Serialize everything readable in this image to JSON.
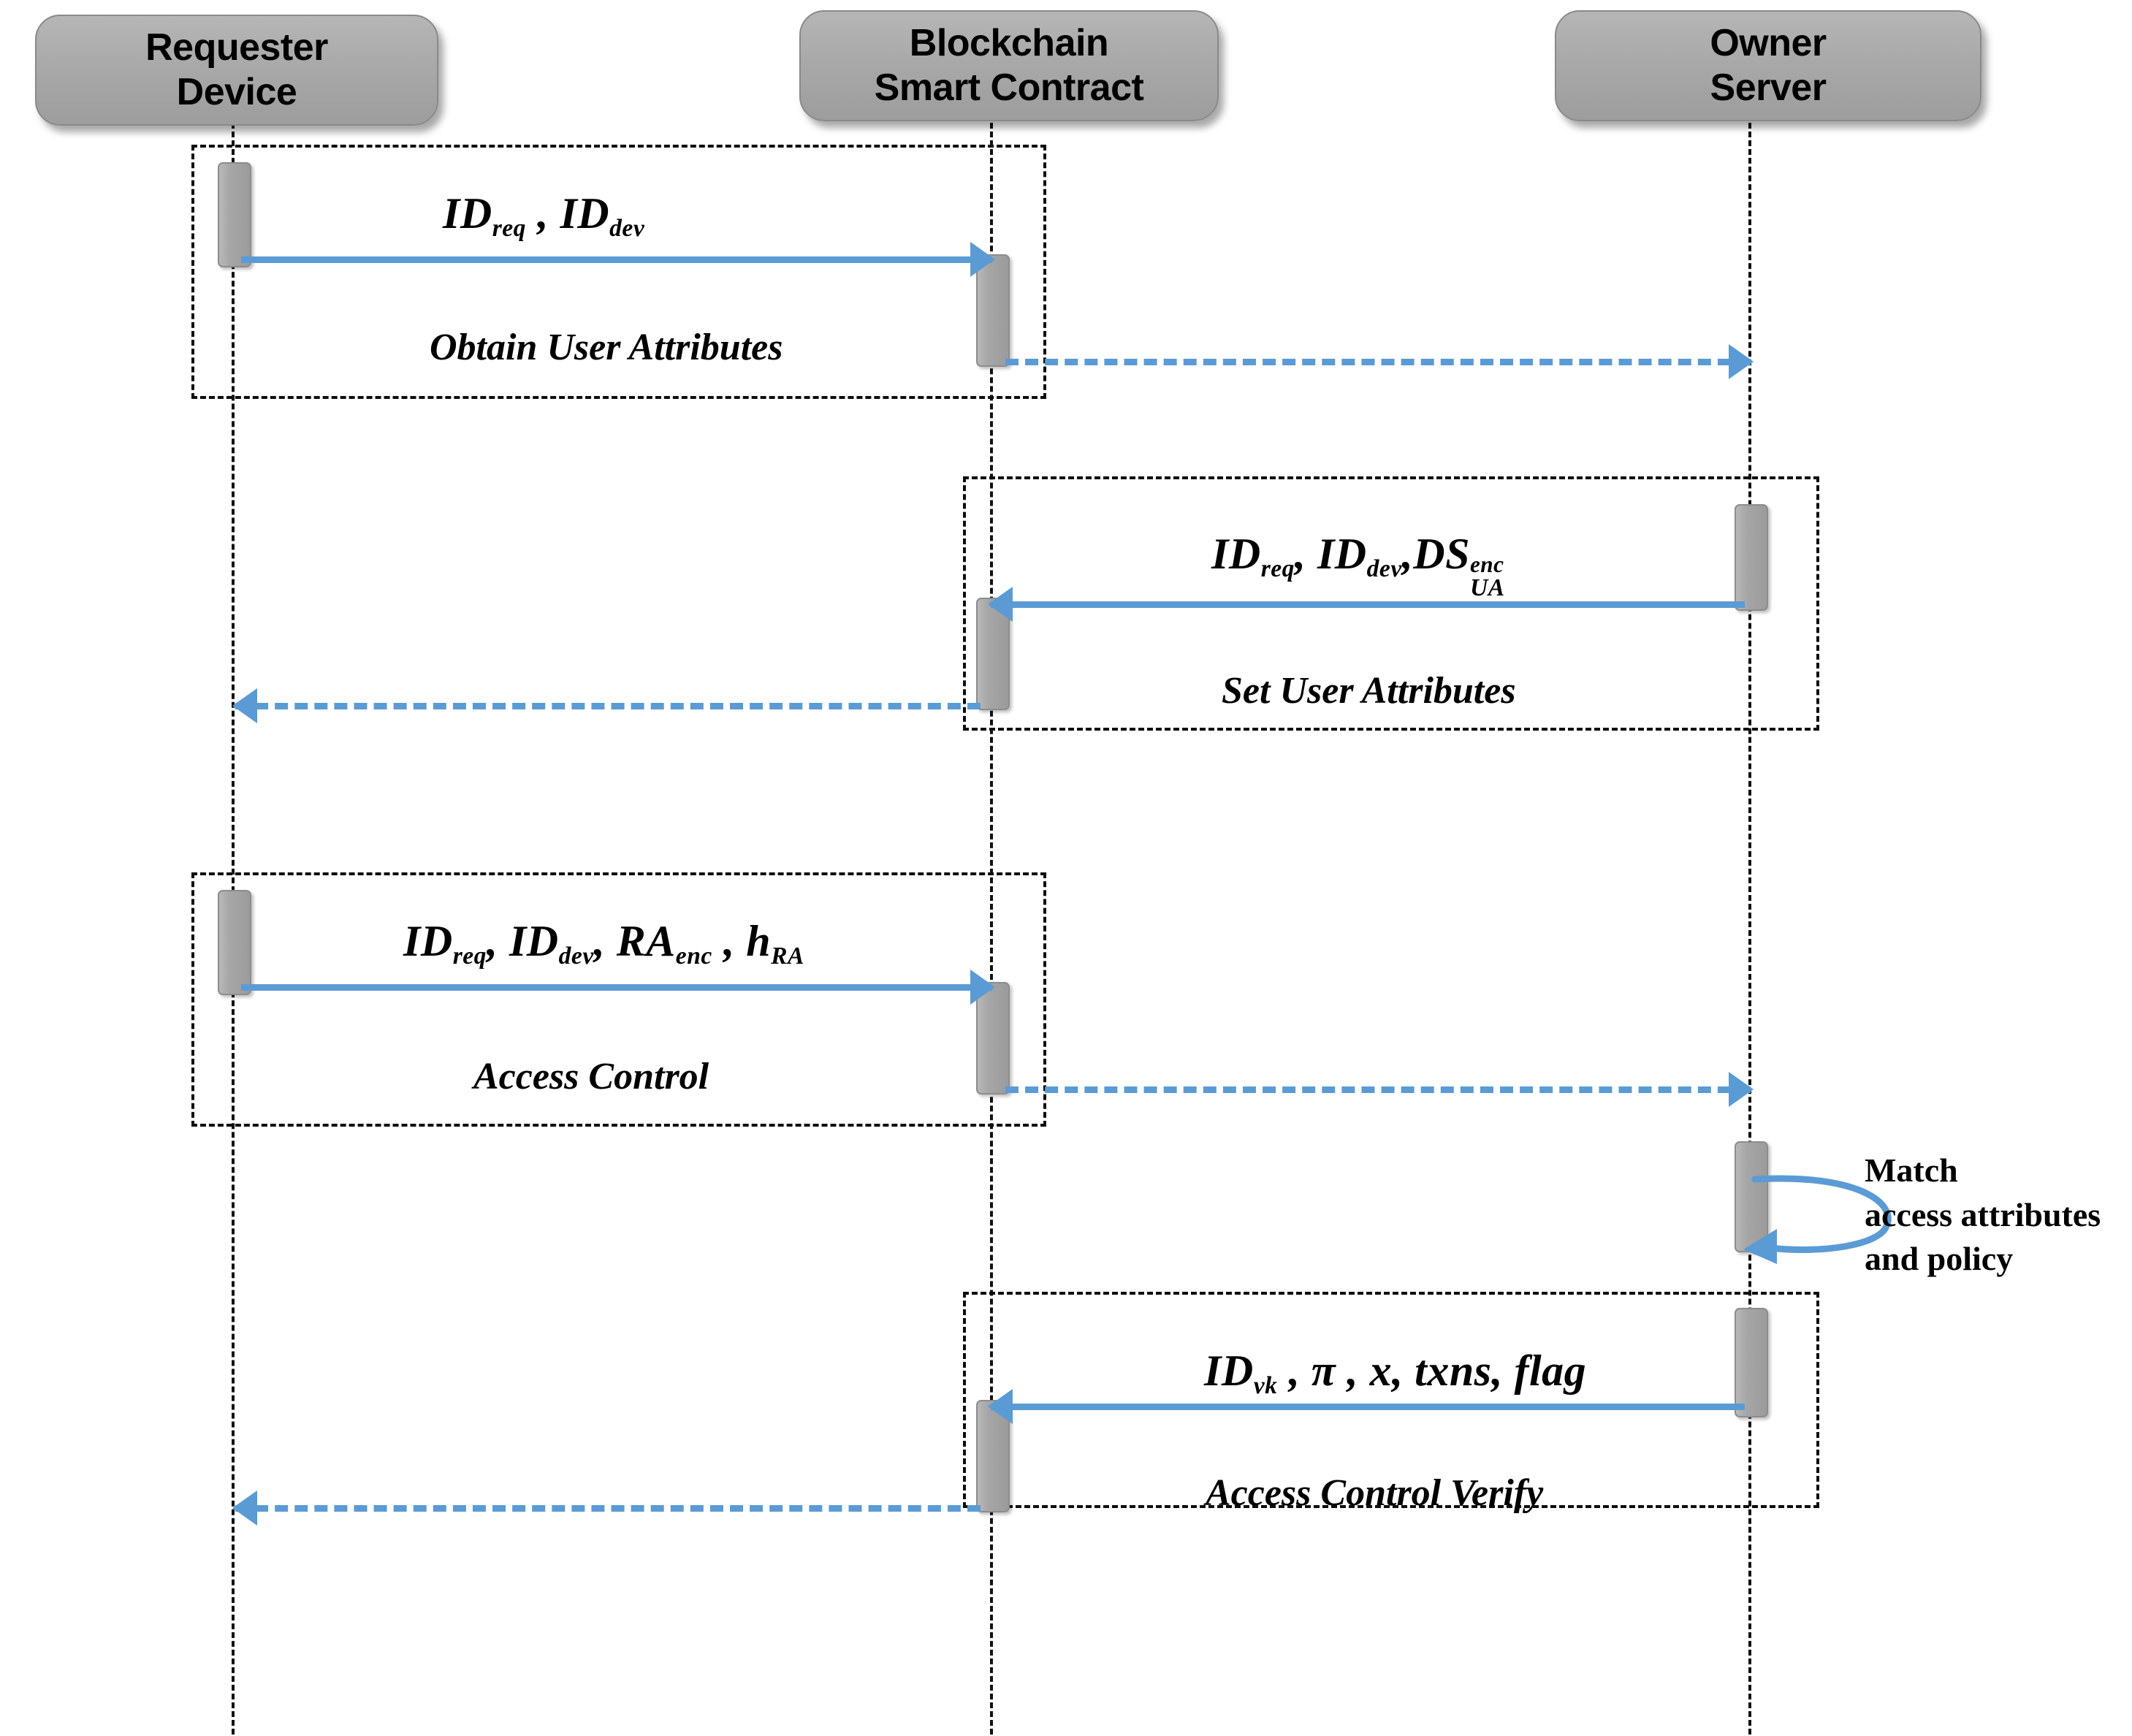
{
  "diagram": {
    "type": "uml-sequence-diagram",
    "title": "Access Control Sequence Diagram",
    "accent_color": "#5b9bd5",
    "actor_fill": "#a9a9a9",
    "line_color": "#111111"
  },
  "actors": [
    {
      "id": "requester",
      "line1": "Requester",
      "line2": "Device"
    },
    {
      "id": "blockchain",
      "line1": "Blockchain",
      "line2": "Smart Contract"
    },
    {
      "id": "owner",
      "line1": "Owner",
      "line2": "Server"
    }
  ],
  "fragments": [
    {
      "id": "fragment-obtain-user-attributes",
      "caption": "Obtain User Attributes"
    },
    {
      "id": "fragment-set-user-attributes",
      "caption": "Set User Attributes"
    },
    {
      "id": "fragment-access-control",
      "caption": "Access Control"
    },
    {
      "id": "fragment-access-control-verify",
      "caption": "Access Control Verify"
    }
  ],
  "messages": [
    {
      "id": "msg-id-req-id-dev",
      "from": "requester",
      "to": "blockchain",
      "direction": "right",
      "style": "solid",
      "label_plain": "ID_req , ID_dev"
    },
    {
      "id": "msg-obtain-user-attributes-return",
      "from": "blockchain",
      "to": "owner",
      "direction": "right",
      "style": "dashed",
      "label_plain": "Obtain User Attributes"
    },
    {
      "id": "msg-id-req-id-dev-ds-ua-enc",
      "from": "owner",
      "to": "blockchain",
      "direction": "left",
      "style": "solid",
      "label_plain": "ID_req , ID_dev , DS_UA^enc"
    },
    {
      "id": "msg-set-user-attributes-return",
      "from": "blockchain",
      "to": "requester",
      "direction": "left",
      "style": "dashed",
      "label_plain": "Set User Attributes"
    },
    {
      "id": "msg-id-req-id-dev-ra-enc-h-ra",
      "from": "requester",
      "to": "blockchain",
      "direction": "right",
      "style": "solid",
      "label_plain": "ID_req , ID_dev , RA_enc , h_RA"
    },
    {
      "id": "msg-access-control-return",
      "from": "blockchain",
      "to": "owner",
      "direction": "right",
      "style": "dashed",
      "label_plain": "Access Control"
    },
    {
      "id": "msg-self-match",
      "from": "owner",
      "to": "owner",
      "direction": "self",
      "style": "solid",
      "label_plain": "Match access attributes and  policy"
    },
    {
      "id": "msg-id-vk-pi-x-txns-flag",
      "from": "owner",
      "to": "blockchain",
      "direction": "left",
      "style": "solid",
      "label_plain": "ID_vk , π , x, txns, flag"
    },
    {
      "id": "msg-access-control-verify-return",
      "from": "blockchain",
      "to": "requester",
      "direction": "left",
      "style": "dashed",
      "label_plain": "Access Control Verify"
    }
  ],
  "labels": {
    "m1": {
      "id": "ID",
      "sub1": "req",
      "sep": " , ",
      "id2": "ID",
      "sub2": "dev"
    },
    "m1_caption": "Obtain User Attributes",
    "m2": {
      "id": "ID",
      "sub1": "req",
      "id2": "ID",
      "sub2": "dev",
      "ds": "DS",
      "sup": "enc",
      "sub3": "UA"
    },
    "m2_caption": "Set User Attributes",
    "m3": {
      "id": "ID",
      "sub1": "req",
      "id2": "ID",
      "sub2": "dev",
      "ra": "RA",
      "sub3": "enc",
      "h": "h",
      "sub4": "RA"
    },
    "m3_caption": "Access Control",
    "m4": {
      "id": "ID",
      "sub1": "vk",
      "rest": " , π , x, txns, flag"
    },
    "m4_caption": "Access Control Verify",
    "self_note": "Match\naccess attributes\nand  policy"
  }
}
